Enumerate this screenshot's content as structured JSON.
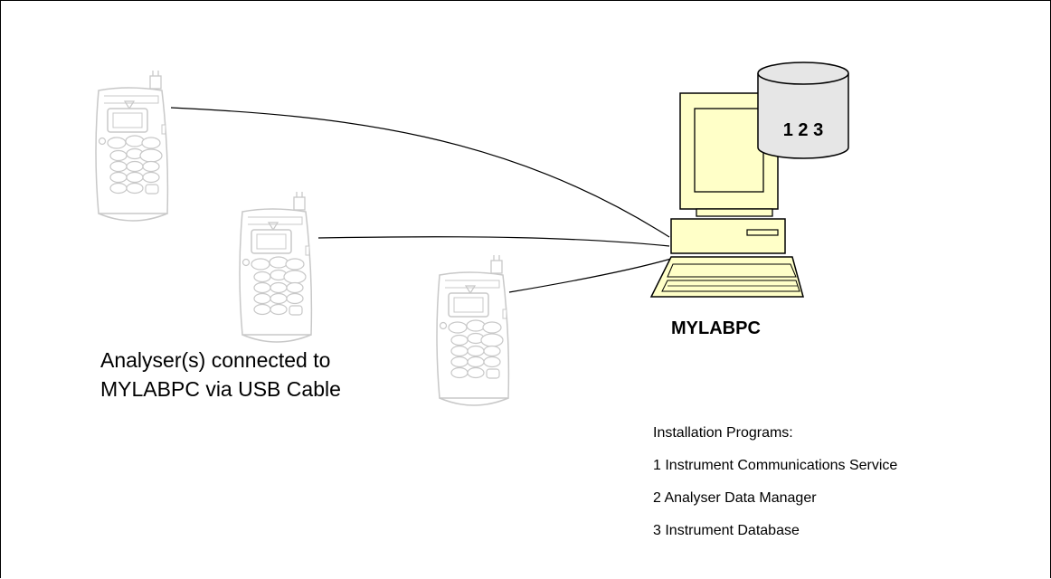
{
  "diagram": {
    "database_label": "1 2 3",
    "pc_name": "MYLABPC",
    "analyser_caption_line1": "Analyser(s) connected to",
    "analyser_caption_line2": "MYLABPC via USB Cable",
    "install_heading": "Installation Programs:",
    "install_items": [
      "1 Instrument Communications Service",
      "2 Analyser Data Manager",
      "3 Instrument Database"
    ]
  },
  "colors": {
    "pc_fill": "#ffffc8",
    "db_fill": "#e6e6e6",
    "device_stroke": "#c8c8c8",
    "line": "#000000"
  }
}
